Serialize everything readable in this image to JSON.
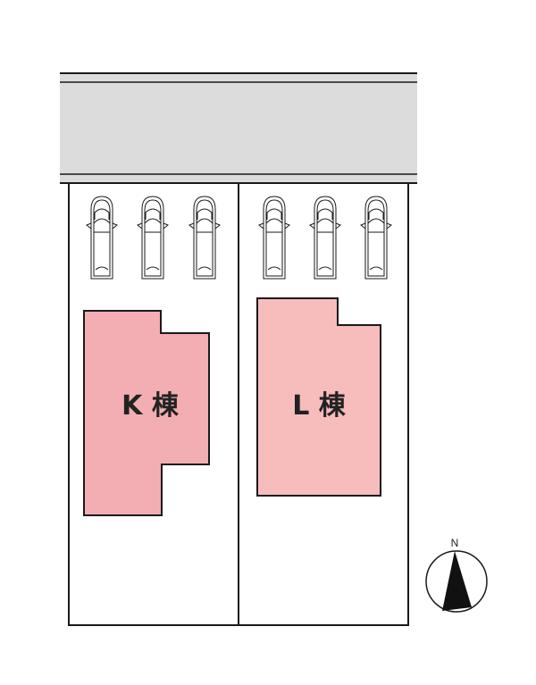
{
  "plot": {
    "lots": [
      {
        "label": "K 棟",
        "color": "#f2aeb2"
      },
      {
        "label": "L 棟",
        "color": "#f7bcbc"
      }
    ],
    "road_color": "#dcdcdc",
    "line_color": "#1a1a1a",
    "parking_spaces_per_lot": 3
  },
  "compass": {
    "label": "N",
    "icon": "north-arrow-icon"
  }
}
